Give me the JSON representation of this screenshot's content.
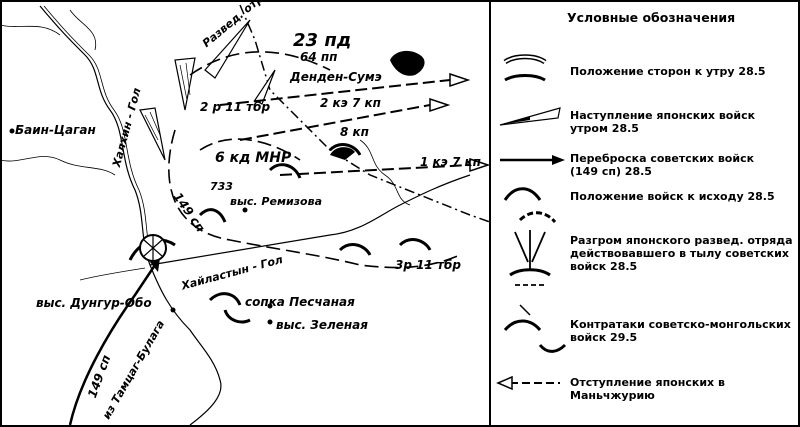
{
  "legend": {
    "title": "Условные обозначения",
    "items": [
      {
        "text": "Положение сторон к утру 28.5",
        "icon": "positions-morning-icon"
      },
      {
        "text": "Наступление японских войск утром 28.5",
        "icon": "japanese-advance-icon"
      },
      {
        "text": "Переброска советских войск (149 сп) 28.5",
        "icon": "soviet-transfer-icon"
      },
      {
        "text": "Положение войск к исходу 28.5",
        "icon": "positions-evening-icon"
      },
      {
        "text": "Разгром японского развед. отряда действовавшего в тылу советских войск 28.5",
        "icon": "recon-defeat-icon"
      },
      {
        "text": "Контратаки советско-монгольских войск 29.5",
        "icon": "counterattack-icon"
      },
      {
        "text": "Отступление японских в Маньчжурию",
        "icon": "retreat-icon"
      }
    ]
  },
  "map": {
    "units": {
      "div23": "23 пд",
      "reg64": "64 пп",
      "recon": "Развед. отряд",
      "bat2rp11": "2 р 11 тбр",
      "bat2kz7": "2 кэ 7 кп",
      "reg8": "8 кп",
      "kd6": "6 кд МНР",
      "kz1": "1 кэ 7 кп",
      "h733": "733",
      "sp149": "149 сп",
      "bat3p11": "3р 11 тбр",
      "sp149b": "149 сп",
      "fromTamtsag": "из Тамцаг-Булага"
    },
    "places": {
      "baintsagan": "Баин-Цаган",
      "dendensum": "Денден-Сумэ",
      "remizova": "выс. Ремизова",
      "dungurobo": "выс. Дунгур-Обо",
      "peschanaya": "сопка Песчаная",
      "zelenaya": "выс. Зеленая"
    },
    "rivers": {
      "khalkhin": "Халхин - Гол",
      "khailastyn": "Хайластын - Гол"
    }
  }
}
